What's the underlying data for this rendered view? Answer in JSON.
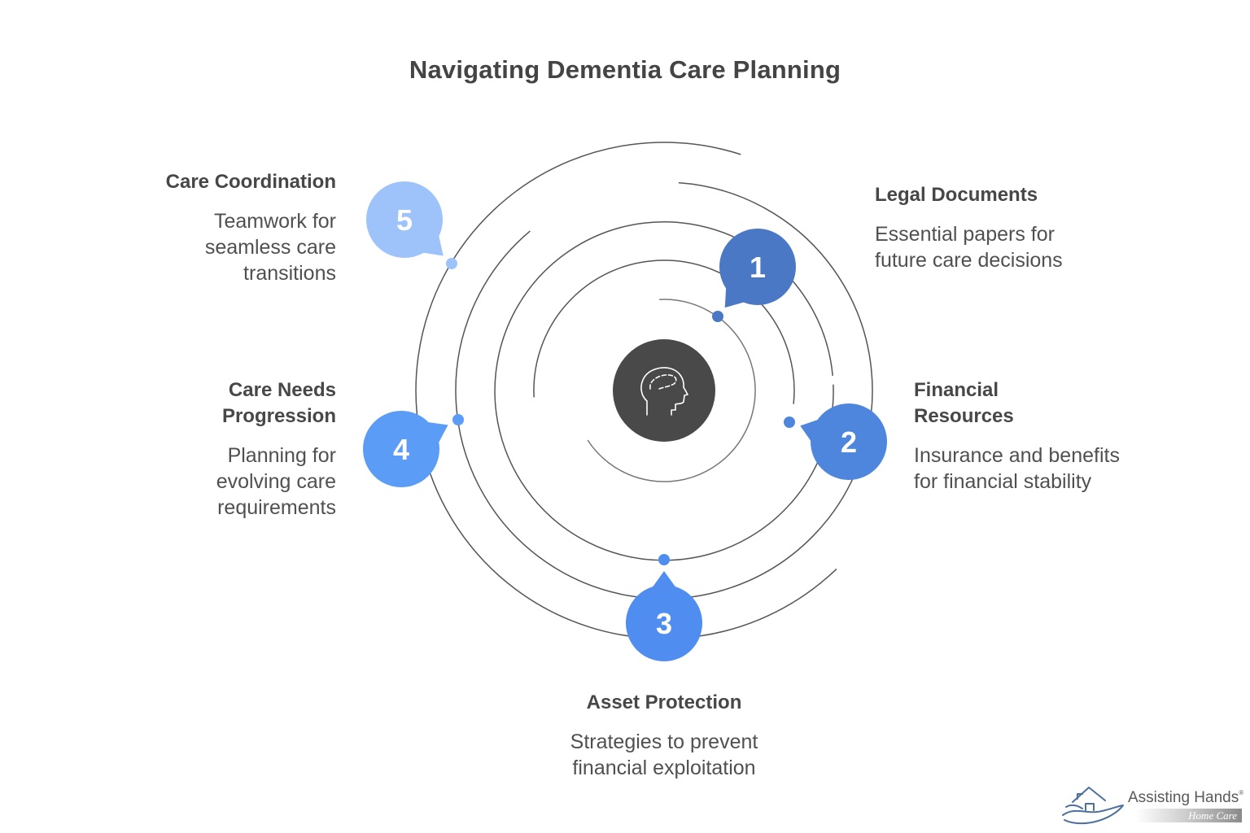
{
  "title": "Navigating Dementia Care Planning",
  "center_icon": "head-brain-icon",
  "colors": {
    "center": "#494949",
    "step1": "#4a78c4",
    "step2": "#4e86de",
    "step3": "#4f8ef0",
    "step4": "#5b9cf7",
    "step5": "#9ec3fb",
    "arc": "#555555"
  },
  "steps": [
    {
      "number": "1",
      "heading": "Legal Documents",
      "description": "Essential papers for future care decisions"
    },
    {
      "number": "2",
      "heading": "Financial Resources",
      "description": "Insurance and benefits for financial stability"
    },
    {
      "number": "3",
      "heading": "Asset Protection",
      "description": "Strategies to prevent financial exploitation"
    },
    {
      "number": "4",
      "heading": "Care Needs Progression",
      "description": "Planning for evolving care requirements"
    },
    {
      "number": "5",
      "heading": "Care Coordination",
      "description": "Teamwork for seamless care transitions"
    }
  ],
  "logo": {
    "name": "Assisting Hands",
    "registered": "®",
    "tagline": "Home Care",
    "icon": "hand-house-icon"
  }
}
